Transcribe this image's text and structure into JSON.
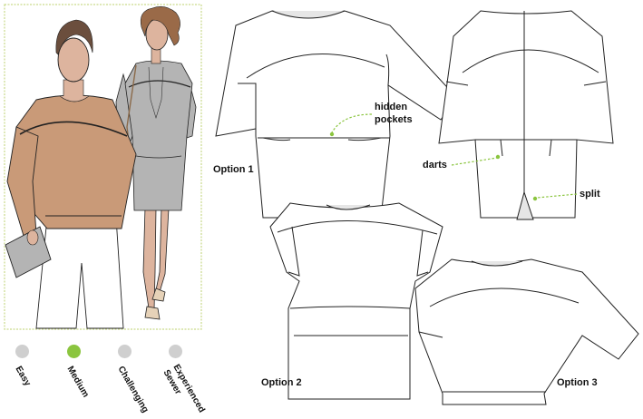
{
  "labels": {
    "hidden_pockets_1": "hidden",
    "hidden_pockets_2": "pockets",
    "darts": "darts",
    "split": "split",
    "option1": "Option 1",
    "option2": "Option 2",
    "option3": "Option 3"
  },
  "difficulty": {
    "levels": [
      {
        "name": "Easy",
        "active": false
      },
      {
        "name": "Medium",
        "active": true
      },
      {
        "name": "Challenging",
        "active": false
      },
      {
        "name": "Experienced",
        "active": false
      }
    ],
    "experienced_line2": "Sewer",
    "active_color": "#8bc53f",
    "inactive_color": "#cfcfcf"
  },
  "colors": {
    "frame_border": "#c9d98a",
    "caramel_top": "#c99a78",
    "grey_dress": "#b4b4b4",
    "skin": "#ddb49e",
    "hair_dark": "#6b4e3d",
    "hair_curly": "#9a6a48",
    "guide_arrow": "#8bc53f"
  }
}
